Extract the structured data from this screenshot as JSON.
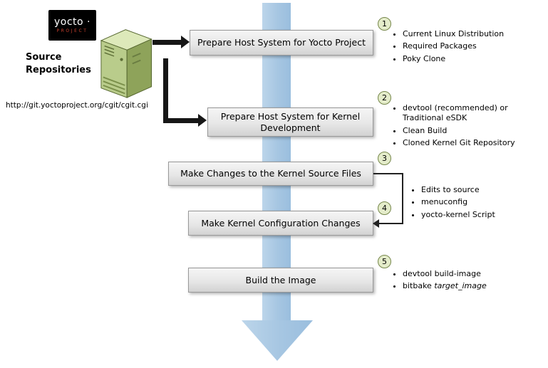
{
  "logo": {
    "brand": "yocto ·",
    "subtitle": "PROJECT"
  },
  "source": {
    "title": "Source Repositories",
    "url": "http://git.yoctoproject.org/cgit/cgit.cgi"
  },
  "steps": [
    {
      "num": "1",
      "label": "Prepare Host System for Yocto Project",
      "bullets": [
        "Current Linux Distribution",
        "Required Packages",
        "Poky Clone"
      ]
    },
    {
      "num": "2",
      "label": "Prepare Host System for Kernel Development",
      "bullets": [
        "devtool (recommended) or Traditional eSDK",
        "Clean Build",
        "Cloned Kernel Git Repository"
      ]
    },
    {
      "num": "3",
      "label": "Make Changes to the Kernel Source Files"
    },
    {
      "num": "4",
      "label": "Make Kernel Configuration Changes"
    },
    {
      "num": "5",
      "label": "Build the Image",
      "bullets": [
        "devtool build-image",
        {
          "prefix": "bitbake ",
          "italic": "target_image"
        }
      ]
    }
  ],
  "shared_bullets": [
    "Edits to source",
    "menuconfig",
    "yocto-kernel Script"
  ],
  "colors": {
    "flow_arrow_blue": "#a6c6e2",
    "box_border": "#999999",
    "badge_fill": "#e4ecca",
    "badge_border": "#75864a",
    "logo_red": "#c8402e",
    "server_green": "#b9cc8b"
  }
}
